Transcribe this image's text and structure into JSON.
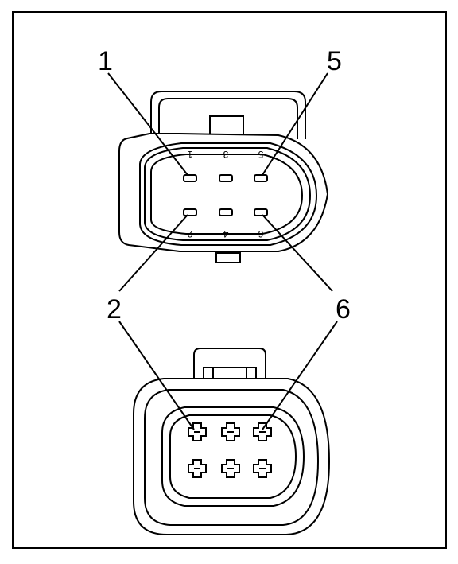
{
  "callouts": {
    "top_left": "1",
    "top_right": "5",
    "mid_left": "2",
    "mid_right": "6"
  },
  "pin_labels": {
    "top_row": [
      "1",
      "3",
      "5"
    ],
    "bottom_row": [
      "2",
      "4",
      "6"
    ]
  },
  "colors": {
    "line": "#000000",
    "background": "#ffffff"
  }
}
